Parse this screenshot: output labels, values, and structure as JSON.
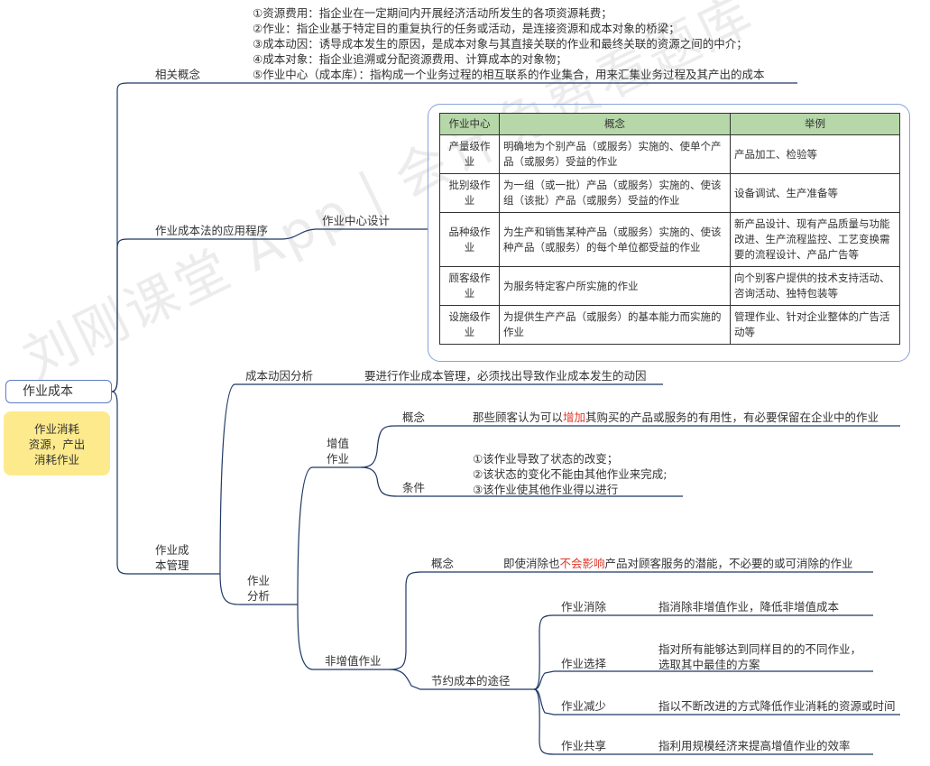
{
  "root": {
    "title": "作业成本",
    "note": [
      "作业消耗",
      "资源，产出",
      "消耗作业"
    ]
  },
  "related_concepts": {
    "label": "相关概念",
    "items": [
      "①资源费用：指企业在一定期间内开展经济活动所发生的各项资源耗费；",
      "②作业：指企业基于特定目的重复执行的任务或活动，是连接资源和成本对象的桥梁；",
      "③成本动因：诱导成本发生的原因，是成本对象与其直接关联的作业和最终关联的资源之间的中介；",
      "④成本对象：指企业追溯或分配资源费用、计算成本的对象物；",
      "⑤作业中心（成本库）：指构成一个业务过程的相互联系的作业集合，用来汇集业务过程及其产出的成本"
    ]
  },
  "application": {
    "label": "作业成本法的应用程序",
    "sub_label": "作业中心设计",
    "table": {
      "headers": [
        "作业中心",
        "概念",
        "举例"
      ],
      "rows": [
        [
          "产量级作业",
          "明确地为个别产品（或服务）实施的、使单个产品（或服务）受益的作业",
          "产品加工、检验等"
        ],
        [
          "批别级作业",
          "为一组（或一批）产品（或服务）实施的、使该组（该批）产品（或服务）受益的作业",
          "设备调试、生产准备等"
        ],
        [
          "品种级作业",
          "为生产和销售某种产品（或服务）实施的、使该种产品（或服务）的每个单位都受益的作业",
          "新产品设计、现有产品质量与功能改进、生产流程监控、工艺变换需要的流程设计、产品广告等"
        ],
        [
          "顾客级作业",
          "为服务特定客户所实施的作业",
          "向个别客户提供的技术支持活动、咨询活动、独特包装等"
        ],
        [
          "设施级作业",
          "为提供生产产品（或服务）的基本能力而实施的作业",
          "管理作业、针对企业整体的广告活动等"
        ]
      ]
    }
  },
  "management": {
    "label": [
      "作业成",
      "本管理"
    ],
    "driver_analysis": {
      "label": "成本动因分析",
      "text": "要进行作业成本管理，必须找出导致作业成本发生的动因"
    },
    "activity_analysis": {
      "label": [
        "作业",
        "分析"
      ],
      "value_added": {
        "label": [
          "增值",
          "作业"
        ],
        "concept_label": "概念",
        "concept_pre": "那些顾客认为可以",
        "concept_highlight": "增加",
        "concept_post": "其购买的产品或服务的有用性，有必要保留在企业中的作业",
        "conditions_label": "条件",
        "conditions": [
          "①该作业导致了状态的改变；",
          "②该状态的变化不能由其他作业来完成;",
          "③该作业使其他作业得以进行"
        ]
      },
      "non_value_added": {
        "label": "非增值作业",
        "concept_label": "概念",
        "concept_pre": "即使消除也",
        "concept_highlight": "不会影响",
        "concept_post": "产品对顾客服务的潜能，不必要的或可消除的作业",
        "saving_label": "节约成本的途径",
        "ways": [
          {
            "name": "作业消除",
            "desc": [
              "指消除非增值作业，降低非增值成本"
            ]
          },
          {
            "name": "作业选择",
            "desc": [
              "指对所有能够达到同样目的的不同作业，",
              "选取其中最佳的方案"
            ]
          },
          {
            "name": "作业减少",
            "desc": [
              "指以不断改进的方式降低作业消耗的资源或时间"
            ]
          },
          {
            "name": "作业共享",
            "desc": [
              "指利用规模经济来提高增值作业的效率"
            ]
          }
        ]
      }
    }
  },
  "watermark": "刘刚课堂 App丨会计免费看题库",
  "colors": {
    "line": "#1f3864",
    "accent_line": "#5b7cc4",
    "table_header": "#b6d7a8",
    "note_bg": "#fdea8c",
    "highlight": "#e0392b"
  }
}
